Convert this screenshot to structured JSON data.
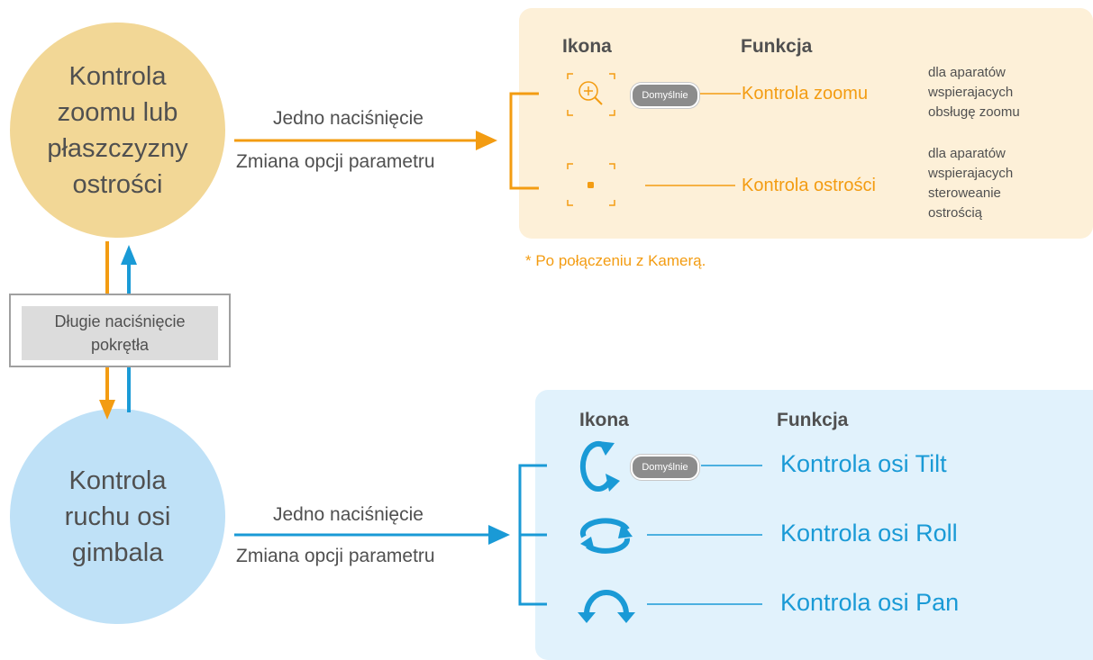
{
  "colors": {
    "orange": "#f39c12",
    "blue": "#1a9ad6",
    "circle_top": "#f2d796",
    "circle_bottom": "#bfe1f7",
    "panel_top": "#fdf0d8",
    "panel_bottom": "#e1f2fc"
  },
  "top_mode": {
    "circle_label": "Kontrola\nzoomu lub\npłaszczyzny\nostrości",
    "arrow_label_1": "Jedno naciśnięcie",
    "arrow_label_2": "Zmiana opcji parametru",
    "column_icon": "Ikona",
    "column_function": "Funkcja",
    "default_badge": "Domyślnie",
    "options": [
      {
        "icon": "zoom-in-icon",
        "function": "Kontrola zoomu",
        "note": "dla aparatów\nwspierajacych\nobsługę zoomu"
      },
      {
        "icon": "focus-point-icon",
        "function": "Kontrola ostrości",
        "note": "dla aparatów\nwspierajacych\nsteroweanie\nostrością"
      }
    ],
    "footnote": "* Po połączeniu z Kamerą."
  },
  "switch": {
    "label": "Długie naciśnięcie\npokrętła"
  },
  "bottom_mode": {
    "circle_label": "Kontrola\nruchu osi\ngimbala",
    "arrow_label_1": "Jedno naciśnięcie",
    "arrow_label_2": "Zmiana opcji parametru",
    "column_icon": "Ikona",
    "column_function": "Funkcja",
    "default_badge": "Domyślnie",
    "options": [
      {
        "icon": "tilt-rotate-icon",
        "function": "Kontrola osi Tilt"
      },
      {
        "icon": "roll-rotate-icon",
        "function": "Kontrola osi Roll"
      },
      {
        "icon": "pan-rotate-icon",
        "function": "Kontrola osi Pan"
      }
    ]
  }
}
